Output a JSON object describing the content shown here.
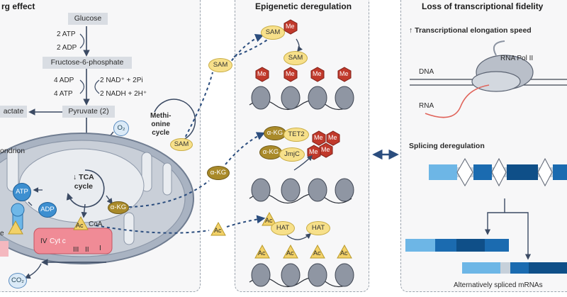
{
  "panels": {
    "warburg_title": "rg effect",
    "epigenetic_title": "Epigenetic deregulation",
    "transcription_title": "Loss of transcriptional fidelity"
  },
  "warburg": {
    "glucose": "Glucose",
    "atp1": "2 ATP",
    "adp1": "2 ADP",
    "f6p": "Fructose-6-phosphate",
    "adp4": "4 ADP",
    "atp4": "4 ATP",
    "nad": "2 NAD⁺ + 2Pi",
    "nadh": "2 NADH + 2H⁺",
    "lactate": "actate",
    "pyruvate": "Pyruvate (2)",
    "o2": "O₂",
    "methionine_cycle": "Methi-\nonine\ncycle",
    "sam": "SAM",
    "mito": "ondrion",
    "tca": "↓ TCA\ncycle",
    "akg": "α-KG",
    "ac": "Ac",
    "coa": "CoA",
    "atp": "ATP",
    "adp": "ADP",
    "etc_iv": "IV",
    "etc_cytc": "Cyt c",
    "etc_iii": "III",
    "etc_ii": "II",
    "etc_i": "I",
    "co2": "CO₂",
    "edge_e": "e"
  },
  "connectors": {
    "sam": "SAM",
    "akg": "α-KG",
    "ac": "Ac"
  },
  "epigenetic": {
    "sam": "SAM",
    "me": "Me",
    "akg": "α-KG",
    "tet2": "TET2",
    "jmjc": "JmjC",
    "ac": "Ac",
    "hat": "HAT"
  },
  "transcription": {
    "elongation": "↑ Transcriptional elongation speed",
    "rnapol": "RNA Pol II",
    "dna": "DNA",
    "rna": "RNA",
    "splicing": "Splicing deregulation",
    "alt": "Alternatively spliced mRNAs"
  },
  "colors": {
    "methyl": "#c0392b",
    "acetyl": "#f2d168",
    "akg": "#a98a2a",
    "exon_dark": "#1b6bb0",
    "exon_light": "#6db6e6"
  }
}
